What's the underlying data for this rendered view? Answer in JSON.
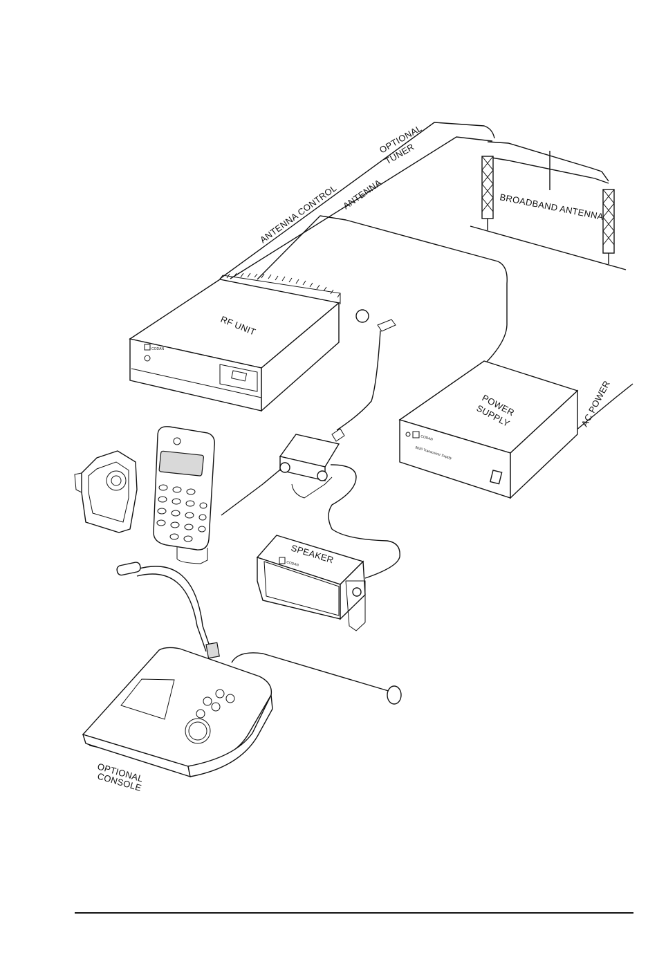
{
  "labels": {
    "optional_tuner_line1": "OPTIONAL",
    "optional_tuner_line2": "TUNER",
    "antenna_control": "ANTENNA CONTROL",
    "antenna": "ANTENNA",
    "broadband_antenna": "BROADBAND ANTENNA",
    "rf_unit": "RF UNIT",
    "power_supply_line1": "POWER",
    "power_supply_line2": "SUPPLY",
    "ac_power": "AC POWER",
    "speaker": "SPEAKER",
    "optional_console_line1": "OPTIONAL",
    "optional_console_line2": "CONSOLE"
  },
  "device_text": {
    "brand": "CODAN",
    "power_supply_model": "3020 Transceiver Supply"
  },
  "icons": [
    "codan-logo-icon",
    "power-switch-icon",
    "handset-keypad-icon",
    "microphone-icon"
  ]
}
